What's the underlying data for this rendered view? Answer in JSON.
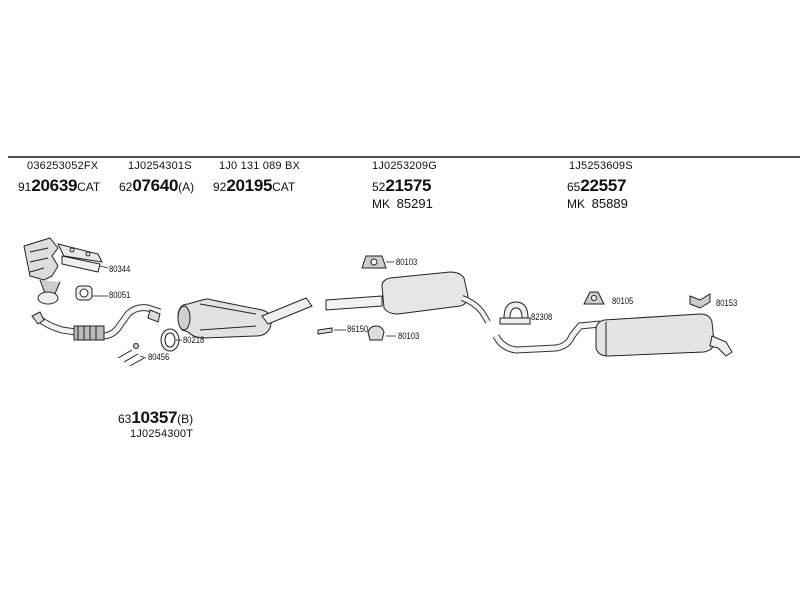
{
  "columns": [
    {
      "oem": "036253052FX",
      "prefix": "91",
      "number": "20639",
      "suffix": "CAT"
    },
    {
      "oem": "1J0254301S",
      "prefix": "62",
      "number": "07640",
      "suffix": "(A)"
    },
    {
      "oem": "1J0 131 089 BX",
      "prefix": "92",
      "number": "20195",
      "suffix": "CAT"
    },
    {
      "oem": "1J0253209G",
      "prefix": "52",
      "number": "21575",
      "suffix": "",
      "mk_label": "MK",
      "mk_value": "85291"
    },
    {
      "oem": "1J5253609S",
      "prefix": "65",
      "number": "22557",
      "suffix": "",
      "mk_label": "MK",
      "mk_value": "85889"
    }
  ],
  "bottom_part": {
    "prefix": "63",
    "number": "10357",
    "suffix": "(B)",
    "oem": "1J0254300T"
  },
  "part_labels": {
    "p80344": "80344",
    "p80051": "80051",
    "p80456": "80456",
    "p80218": "80218",
    "p80103a": "80103",
    "p86150": "86150",
    "p80103b": "80103",
    "p82308": "82308",
    "p80105": "80105",
    "p80153": "80153"
  }
}
